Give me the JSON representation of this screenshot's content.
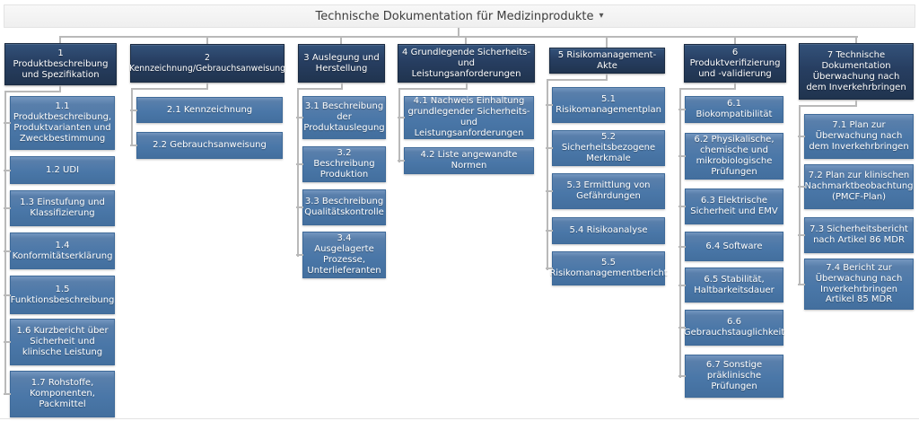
{
  "title": {
    "label": "Technische Dokumentation für Medizinprodukte",
    "dropdown_icon": "▾"
  },
  "colors": {
    "header_box": "#24395a",
    "item_box": "#4a77a8",
    "connector": "#b9b9b9",
    "titlebar_bg": "#f2f2f2"
  },
  "columns": [
    {
      "header": "1 Produktbeschreibung und Spezifikation",
      "items": [
        "1.1 Produktbeschreibung, Produktvarianten und Zweckbestimmung",
        "1.2 UDI",
        "1.3 Einstufung und Klassifizierung",
        "1.4 Konformitätserklärung",
        "1.5 Funktionsbeschreibung",
        "1.6 Kurzbericht über Sicherheit und klinische Leistung",
        "1.7 Rohstoffe, Komponenten, Packmittel"
      ]
    },
    {
      "header": "2 Kennzeichnung/Gebrauchsanweisung",
      "items": [
        "2.1 Kennzeichnung",
        "2.2 Gebrauchsanweisung"
      ]
    },
    {
      "header": "3 Auslegung und Herstellung",
      "items": [
        "3.1 Beschreibung der Produktauslegung",
        "3.2 Beschreibung Produktion",
        "3.3 Beschreibung Qualitätskontrolle",
        "3.4 Ausgelagerte Prozesse, Unterlieferanten"
      ]
    },
    {
      "header": "4 Grundlegende Sicherheits- und Leistungsanforderungen",
      "items": [
        "4.1 Nachweis Einhaltung grundlegender Sicherheits- und Leistungsanforderungen",
        "4.2 Liste angewandte Normen"
      ]
    },
    {
      "header": "5 Risikomanagement-Akte",
      "items": [
        "5.1 Risikomanagementplan",
        "5.2 Sicherheitsbezogene Merkmale",
        "5.3 Ermittlung von Gefährdungen",
        "5.4 Risikoanalyse",
        "5.5 Risikomanagementbericht"
      ]
    },
    {
      "header": "6 Produktverifizierung und -validierung",
      "items": [
        "6.1 Biokompatibilität",
        "6.2 Physikalische, chemische und mikrobiologische Prüfungen",
        "6.3 Elektrische Sicherheit und EMV",
        "6.4 Software",
        "6.5 Stabilität, Haltbarkeitsdauer",
        "6.6 Gebrauchstauglichkeit",
        "6.7 Sonstige präklinische Prüfungen"
      ]
    },
    {
      "header": "7 Technische Dokumentation Überwachung nach dem Inverkehrbringen",
      "items": [
        "7.1 Plan zur Überwachung nach dem Inverkehrbringen",
        "7.2 Plan zur klinischen Nachmarktbeobachtung (PMCF-Plan)",
        "7.3 Sicherheitsbericht nach Artikel 86 MDR",
        "7.4 Bericht zur Überwachung nach Inverkehrbringen Artikel 85 MDR"
      ]
    }
  ]
}
